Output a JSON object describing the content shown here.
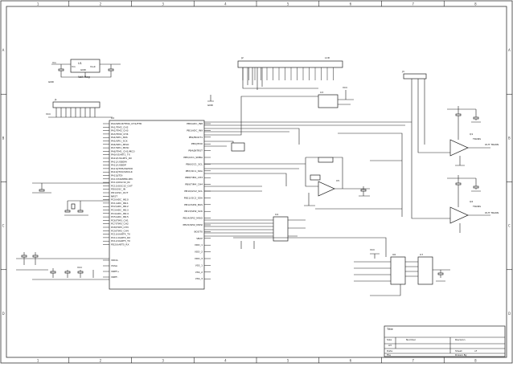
{
  "frame": {
    "columns": [
      "1",
      "2",
      "3",
      "4",
      "5",
      "6",
      "7",
      "8"
    ],
    "rows": [
      "A",
      "B",
      "C",
      "D"
    ]
  },
  "components": {
    "regulator": {
      "ref": "U1",
      "name": "Vreg",
      "caption": "Volt Reg",
      "pins": [
        "Vin",
        "Vout",
        "GND"
      ]
    },
    "header": {
      "ref": "J1"
    },
    "mcu": {
      "ref": "U2",
      "left_pins": [
        "PA0/WKUP/TIM2_CH1/ETR",
        "PA1/TIM2_CH2",
        "PA2/TIM2_CH3",
        "PA3/TIM2_CH4",
        "PA4/SPI1_NSS",
        "PA5/SPI1_SCK",
        "PA6/SPI1_MISO",
        "PA7/SPI1_MOSI",
        "PA8/TIM1_CH1/MCO",
        "PA9/USART1_TX",
        "PA10/USART1_RX",
        "PA11/USBDM",
        "PA12/USBDP",
        "PA13/JTMS/SWDIO",
        "PA14/JTCK/SWCLK",
        "PA15/JTDI",
        "PC13/TAMPER-RTC",
        "PC14/OSC32_IN",
        "PC15/OSC32_OUT",
        "PD0/OSC_IN",
        "PD1/OSC_OUT",
        "NRST",
        "PC0/ADC_IN10",
        "PC1/ADC_IN11",
        "PC2/ADC_IN12",
        "PC3/ADC_IN13",
        "PC4/ADC_IN14",
        "PC5/ADC_IN15",
        "PC6/TIM3_CH1",
        "PC7/TIM3_CH2",
        "PC8/TIM3_CH3",
        "PC9/TIM3_CH4",
        "PC10/UART4_TX",
        "PC11/UART4_RX",
        "PC12/UART5_TX",
        "PD2/UART5_RX"
      ],
      "right_pins": [
        "PB0/ADC_IN8",
        "PB1/ADC_IN9",
        "PB2/BOOT1",
        "PB3/JTDO",
        "PB4/JNTRST",
        "PB5/I2C1_SMBA",
        "PB6/I2C1_SCL",
        "PB7/I2C1_SDA",
        "PB8/TIM4_CH3",
        "PB9/TIM4_CH4",
        "PB10/I2C2_SCL",
        "PB11/I2C2_SDA",
        "PB12/SPI2_NSS",
        "PB13/SPI2_SCK",
        "PB14/SPI2_MISO",
        "PB15/SPI2_MOSI",
        "BOOT0",
        "VBAT",
        "VDD_1",
        "VDD_2",
        "VDD_3",
        "VSS_1",
        "VSS_2",
        "VSS_3"
      ],
      "bottom_left": [
        "VDDA",
        "VSSA",
        "VREF+",
        "VREF-"
      ]
    },
    "display": {
      "ref": "J2",
      "name": "LCD"
    },
    "isolator": {
      "ref": "U3"
    },
    "buffer": {
      "ref": "U4"
    },
    "opamp": {
      "ref": "U5"
    },
    "amplifiers": [
      {
        "ref": "Q1",
        "name": "TRANS"
      },
      {
        "ref": "Q2",
        "name": "TRANS"
      }
    ],
    "driver": {
      "ref": "U6"
    },
    "driver2": {
      "ref": "U7"
    }
  },
  "net_labels": {
    "vin": "Vin",
    "vcc": "VCC",
    "gnd": "GND",
    "out_trans_1": "OUT TRANS",
    "out_trans_2": "OUT TRANS"
  },
  "title_block": {
    "title_label": "Title",
    "size_label": "Size",
    "size_value": "A3",
    "number_label": "Number",
    "revision_label": "Revision",
    "date_label": "Date",
    "file_label": "File",
    "sheet_label": "Sheet",
    "of_label": "of",
    "drawn_by_label": "Drawn By"
  }
}
